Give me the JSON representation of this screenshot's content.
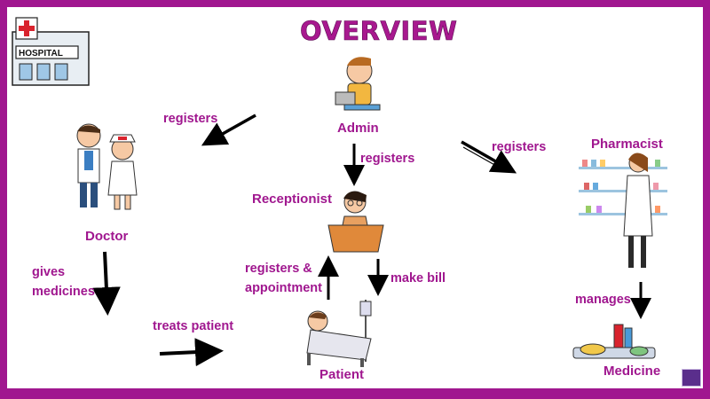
{
  "title": "OVERVIEW",
  "nodes": {
    "admin": "Admin",
    "doctor": "Doctor",
    "receptionist": "Receptionist",
    "pharmacist": "Pharmacist",
    "patient": "Patient",
    "medicine": "Medicine",
    "hospital_sign": "HOSPITAL"
  },
  "edges": {
    "admin_doctor": "registers",
    "admin_receptionist": "registers",
    "admin_pharmacist": "registers",
    "doctor_patient_left": "gives medicines",
    "doctor_patient_bottom": "treats patient",
    "patient_receptionist": "registers & appointment",
    "receptionist_patient": "make bill",
    "pharmacist_medicine": "manages"
  },
  "colors": {
    "accent": "#a0178f",
    "frame": "#a0178f"
  }
}
